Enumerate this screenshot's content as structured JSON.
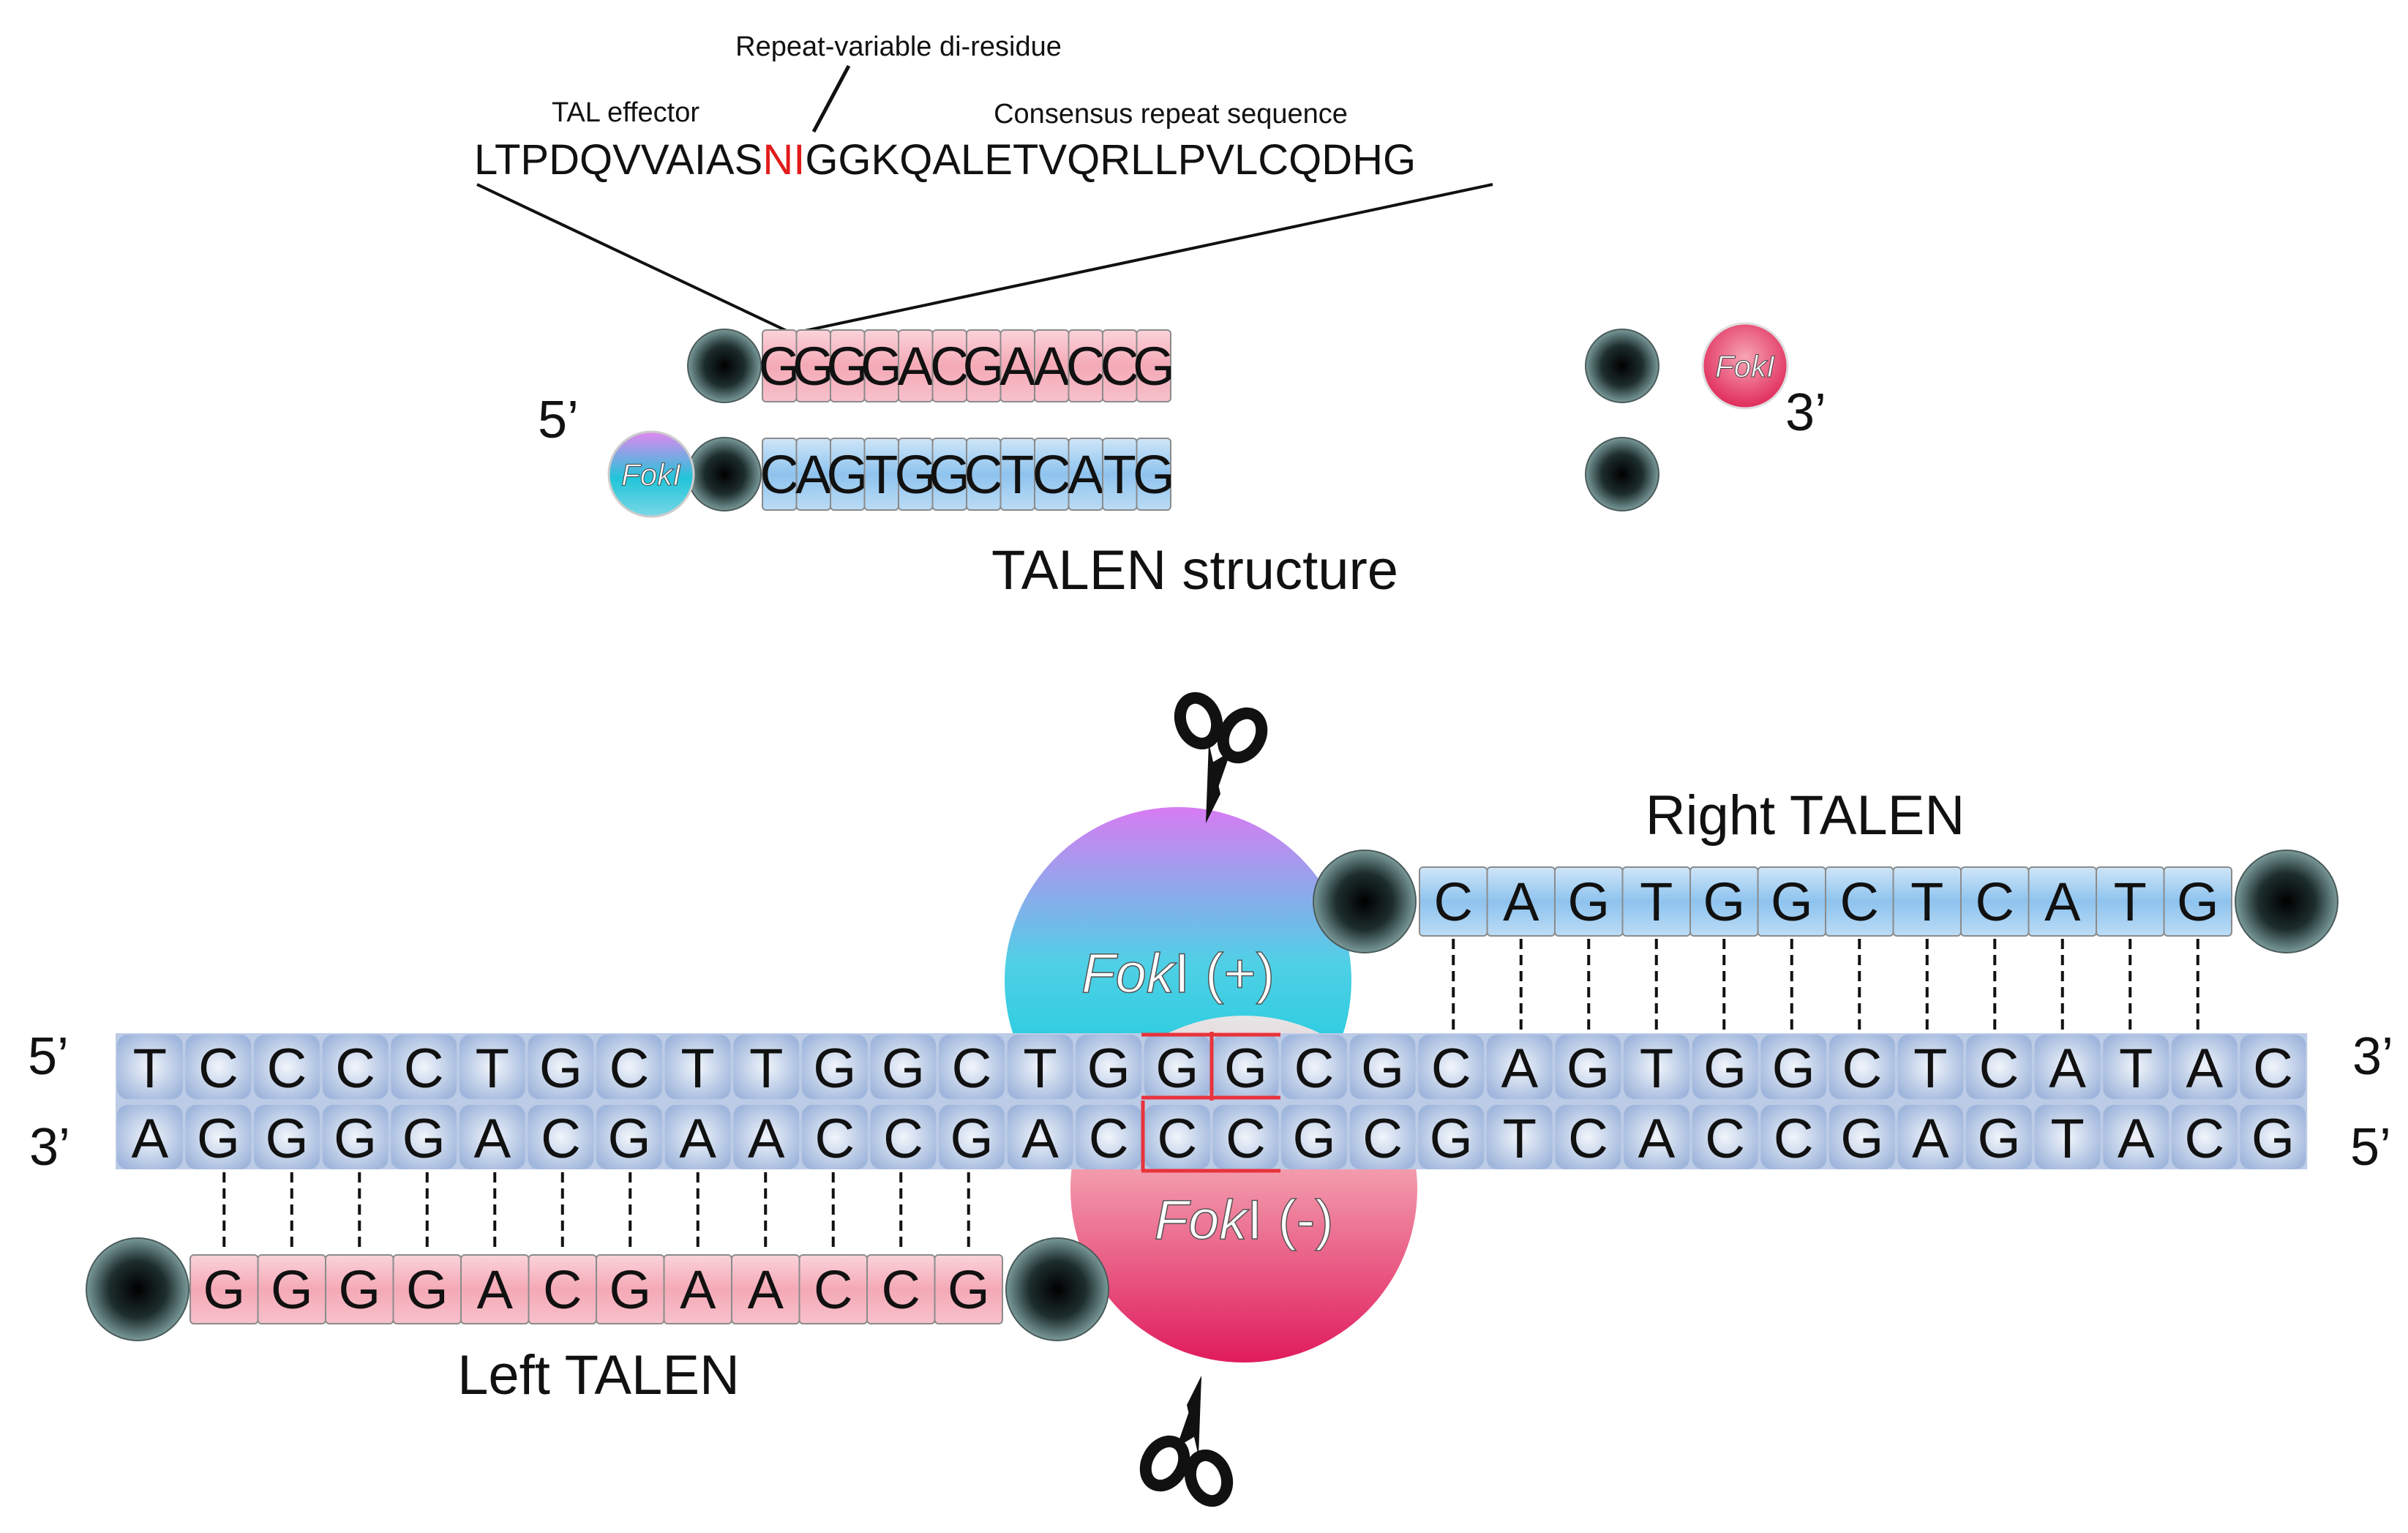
{
  "annotation": {
    "rvd_label": "Repeat-variable di-residue",
    "tal_effector_label": "TAL effector",
    "consensus_label": "Consensus repeat sequence",
    "sequence": {
      "before": "LTPDQVVAIAS",
      "rvd": "NI",
      "after": "GGKQALETVQRLLPVLCQDHG"
    }
  },
  "structure": {
    "top_bases": [
      "G",
      "G",
      "G",
      "G",
      "A",
      "C",
      "G",
      "A",
      "A",
      "C",
      "C",
      "G"
    ],
    "bottom_bases": [
      "C",
      "A",
      "G",
      "T",
      "G",
      "G",
      "C",
      "T",
      "C",
      "A",
      "T",
      "G"
    ],
    "end_5": "5’",
    "end_3": "3’",
    "fok_top": "FokI",
    "fok_bottom": "FokI",
    "title": "TALEN structure"
  },
  "binding": {
    "right_label": "Right TALEN",
    "left_label": "Left TALEN",
    "right_bases": [
      "C",
      "A",
      "G",
      "T",
      "G",
      "G",
      "C",
      "T",
      "C",
      "A",
      "T",
      "G"
    ],
    "left_bases": [
      "G",
      "G",
      "G",
      "G",
      "A",
      "C",
      "G",
      "A",
      "A",
      "C",
      "C",
      "G"
    ],
    "dna_top": [
      "T",
      "C",
      "C",
      "C",
      "C",
      "T",
      "G",
      "C",
      "T",
      "T",
      "G",
      "G",
      "C",
      "T",
      "G",
      "G",
      "G",
      "C",
      "G",
      "C",
      "A",
      "G",
      "T",
      "G",
      "G",
      "C",
      "T",
      "C",
      "A",
      "T",
      "A",
      "C"
    ],
    "dna_bottom": [
      "A",
      "G",
      "G",
      "G",
      "G",
      "A",
      "C",
      "G",
      "A",
      "A",
      "C",
      "C",
      "G",
      "A",
      "C",
      "C",
      "C",
      "G",
      "C",
      "G",
      "T",
      "C",
      "A",
      "C",
      "C",
      "G",
      "A",
      "G",
      "T",
      "A",
      "C",
      "G"
    ],
    "top_left_end": "5’",
    "top_right_end": "3’",
    "bottom_left_end": "3’",
    "bottom_right_end": "5’",
    "fok_plus": "FokI (+)",
    "fok_minus": "FokI (-)"
  },
  "colors": {
    "rvd": "#e21b1b",
    "pink_repeat": "#f5b3bf",
    "blue_repeat": "#a9d2f2",
    "dna_strip": "#bccbe6",
    "cut_line": "#e8333b"
  }
}
